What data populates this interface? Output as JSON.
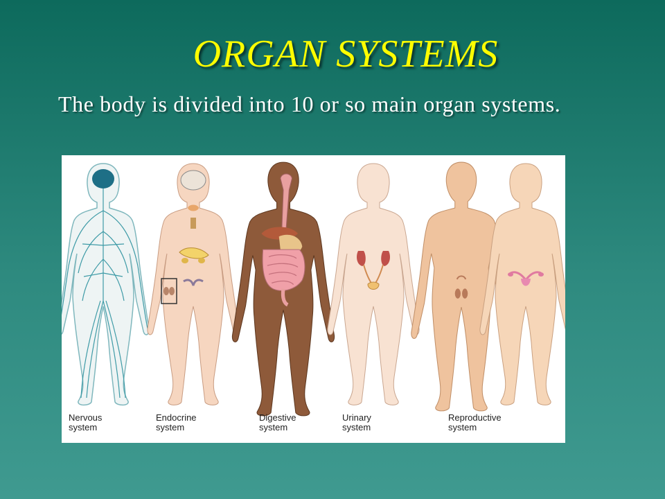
{
  "slide": {
    "title": "ORGAN SYSTEMS",
    "body": "The body is divided into 10 or so main organ systems."
  },
  "figure": {
    "captions": [
      {
        "line1": "Nervous",
        "line2": "system"
      },
      {
        "line1": "Endocrine",
        "line2": "system"
      },
      {
        "line1": "Digestive",
        "line2": "system"
      },
      {
        "line1": "Urinary",
        "line2": "system"
      },
      {
        "line1": "Reproductive",
        "line2": "system"
      }
    ]
  },
  "colors": {
    "title": "#ffff00",
    "body_text": "#ffffff",
    "background_top": "#0d6a5c",
    "background_bottom": "#3f9a90",
    "skin_light": "#f6d6c0",
    "skin_tan": "#efc39e",
    "skin_brown": "#8e5a3a",
    "nerve": "#3d9aa6"
  }
}
